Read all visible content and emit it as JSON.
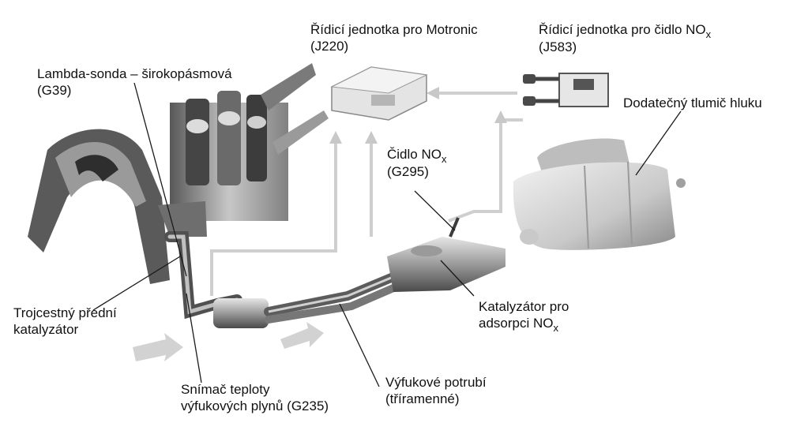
{
  "labels": {
    "motronic": {
      "line1": "Řídicí jednotka pro Motronic",
      "line2": "(J220)"
    },
    "nox_unit": {
      "line1_pre": "Řídicí jednotka pro čidlo NO",
      "line1_sub": "x",
      "line2": "(J583)"
    },
    "muffler": {
      "line1": "Dodatečný tlumič hluku"
    },
    "lambda": {
      "line1": "Lambda-sonda – širokopásmová",
      "line2": "(G39)"
    },
    "nox_sensor": {
      "line1_pre": "Čidlo NO",
      "line1_sub": "x",
      "line2": "(G295)"
    },
    "front_cat": {
      "line1": "Trojcestný přední",
      "line2": "katalyzátor"
    },
    "nox_cat": {
      "line1": "Katalyzátor pro",
      "line2_pre": "adsorpci NO",
      "line2_sub": "x"
    },
    "exhaust_pipe": {
      "line1": "Výfukové potrubí",
      "line2": "(tříramenné)"
    },
    "temp_sensor": {
      "line1": "Snímač teploty",
      "line2": "výfukových plynů (G235)"
    }
  },
  "colors": {
    "text": "#111111",
    "arrow": "#c8c8c8",
    "metal_dark": "#4a4a4a",
    "metal_mid": "#8c8c8c",
    "metal_light": "#d6d6d6"
  }
}
